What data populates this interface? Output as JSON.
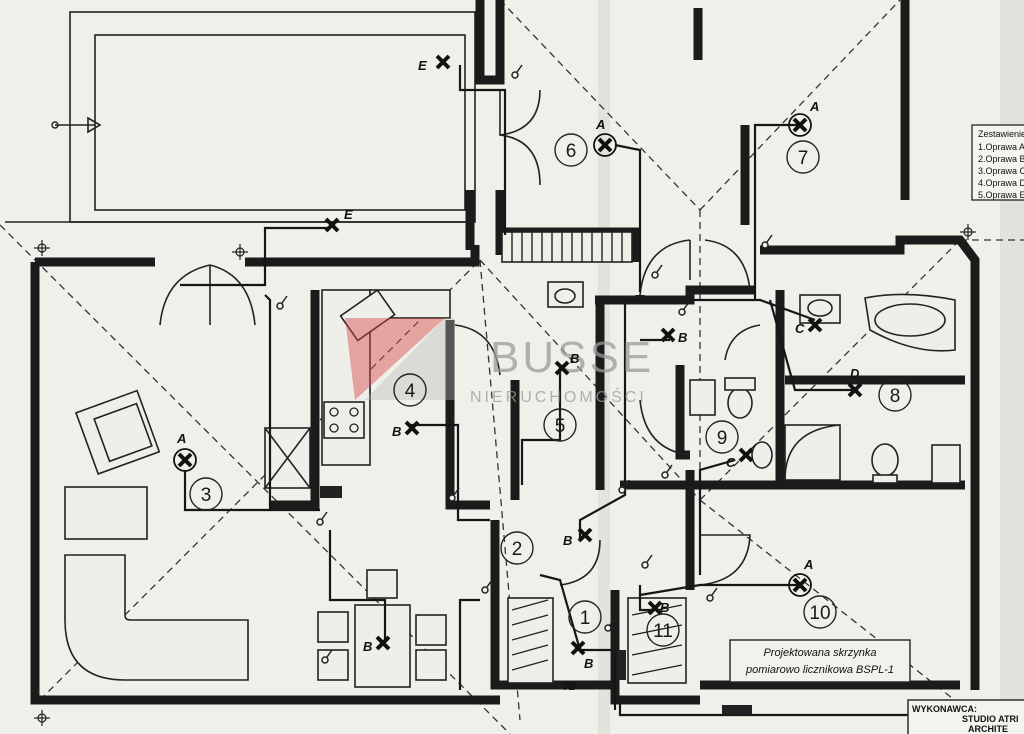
{
  "watermark": {
    "brand": "BUSSE",
    "subtitle": "NIERUCHOMOŚCI"
  },
  "legend": {
    "title": "Zestawienie",
    "items": [
      "1.Oprawa A",
      "2.Oprawa B",
      "3.Oprawa C",
      "4.Oprawa D",
      "5.Oprawa E"
    ]
  },
  "meter_box_note": {
    "line1": "Projektowana skrzynka",
    "line2": "pomiarowo licznikowa BSPL-1"
  },
  "contractor": {
    "label": "WYKONAWCA:",
    "line1": "STUDIO ATRI",
    "line2": "ARCHITE"
  },
  "rooms": [
    "1",
    "2",
    "3",
    "4",
    "5",
    "6",
    "7",
    "8",
    "9",
    "10",
    "11"
  ],
  "lamps": [
    {
      "room_label": "E"
    },
    {
      "room_label": "E"
    },
    {
      "room_label": "A"
    },
    {
      "room_label": "A"
    },
    {
      "room_label": "A"
    },
    {
      "room_label": "B"
    },
    {
      "room_label": "B"
    },
    {
      "room_label": "B"
    },
    {
      "room_label": "B"
    },
    {
      "room_label": "B"
    },
    {
      "room_label": "B"
    },
    {
      "room_label": "C"
    },
    {
      "room_label": "C"
    },
    {
      "room_label": "D"
    },
    {
      "room_label": "A"
    },
    {
      "room_label": "B"
    }
  ],
  "tb_label": "TB",
  "colors": {
    "paper": "#f2f2ec",
    "ink": "#1b1b1b",
    "watermark_red": "#d64a4a",
    "watermark_grey": "#b6b6b6"
  }
}
